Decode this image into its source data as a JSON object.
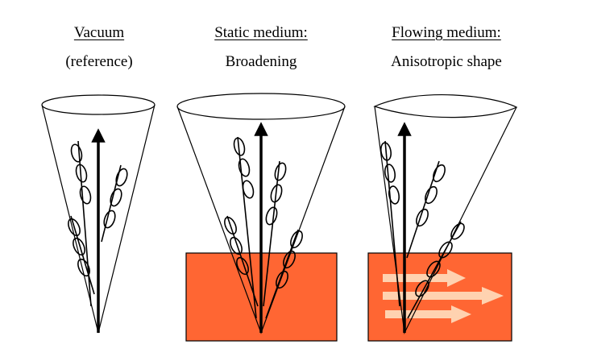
{
  "panels": [
    {
      "title": "Vacuum",
      "subtitle": "(reference)"
    },
    {
      "title": "Static medium:",
      "subtitle": "Broadening"
    },
    {
      "title": "Flowing medium:",
      "subtitle": "Anisotropic shape"
    }
  ],
  "colors": {
    "medium": "#ff6633",
    "flow_arrow": "#ffd2b0",
    "line": "#000000",
    "background": "#ffffff"
  }
}
